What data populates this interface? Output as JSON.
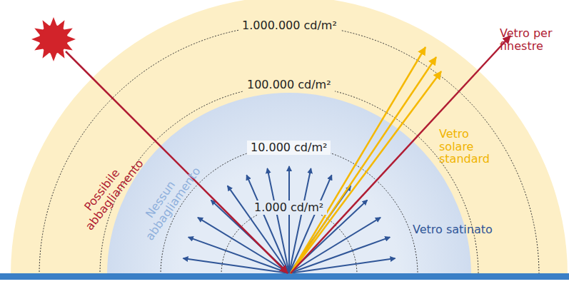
{
  "diagram": {
    "labels": [
      "1.000.000 cd/m²",
      "100.000 cd/m²",
      "10.000 cd/m²",
      "1.000 cd/m²",
      "Possibile abbagliamento",
      "Nessun abbagliamento",
      "Vetro per finestre",
      "Vetro solare standard",
      "Vetro satinato"
    ]
  }
}
